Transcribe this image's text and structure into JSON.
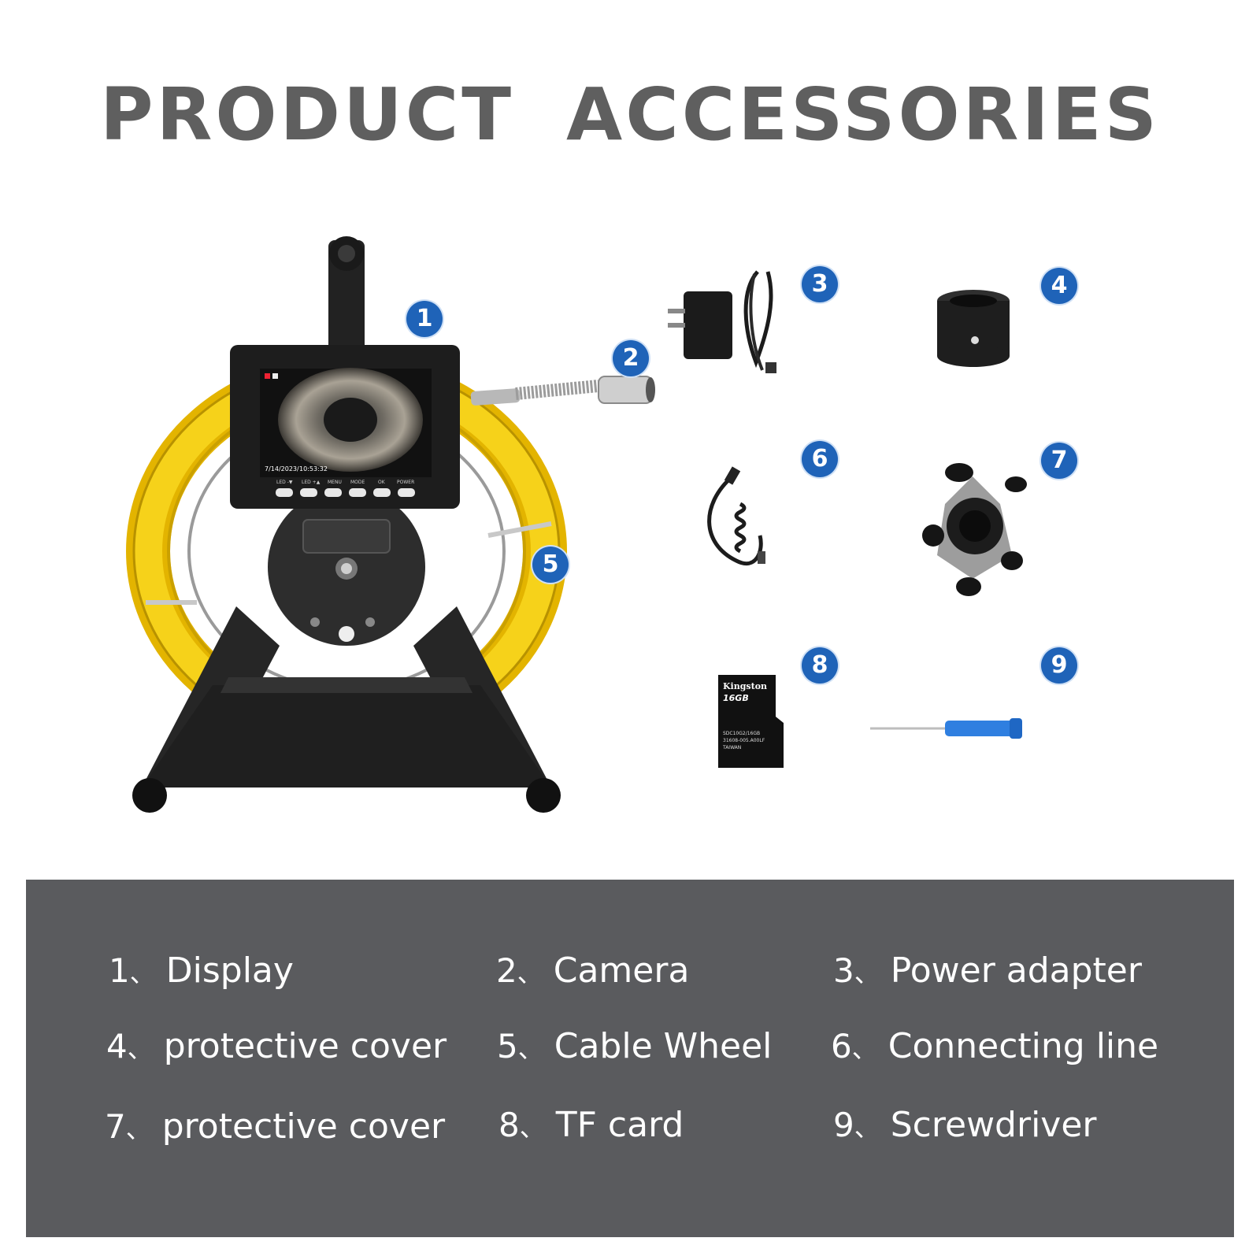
{
  "title": "PRODUCT  ACCESSORIES",
  "device": {
    "screen_date": "7/14/2023/",
    "screen_time": "10:53:32",
    "buttons": [
      "LED -▼",
      "LED +▲",
      "MENU",
      "MODE",
      "OK",
      "POWER"
    ]
  },
  "tf_card": {
    "brand": "Kingston",
    "capacity": "16GB",
    "line1": "SDC10G2/16GB",
    "line2": "31608-005.A00LF",
    "line3": "TAIWAN"
  },
  "badges": [
    "1",
    "2",
    "3",
    "4",
    "5",
    "6",
    "7",
    "8",
    "9"
  ],
  "legend": [
    {
      "num": "1",
      "sep": "、",
      "label": "Display"
    },
    {
      "num": "2",
      "sep": "、",
      "label": "Camera"
    },
    {
      "num": "3",
      "sep": "、",
      "label": "Power adapter"
    },
    {
      "num": "4",
      "sep": "、",
      "label": "protective cover"
    },
    {
      "num": "5",
      "sep": "、",
      "label": "Cable Wheel"
    },
    {
      "num": "6",
      "sep": "、",
      "label": "Connecting line"
    },
    {
      "num": "7",
      "sep": "、",
      "label": "protective cover"
    },
    {
      "num": "8",
      "sep": "、",
      "label": "TF card"
    },
    {
      "num": "9",
      "sep": "、",
      "label": "Screwdriver"
    }
  ],
  "colors": {
    "title": "#5f5f5f",
    "badge": "#1f63b8",
    "legend_bg": "#5a5b5e",
    "cable": "#f2c200",
    "frame": "#2a2a2a"
  }
}
